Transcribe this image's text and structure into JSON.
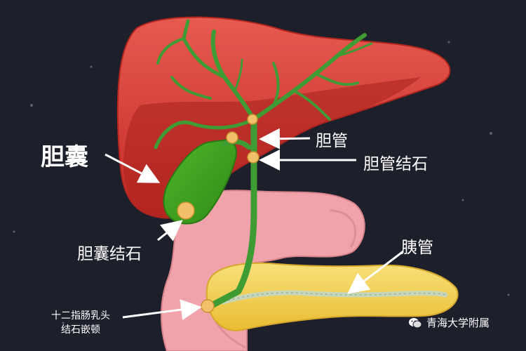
{
  "labels": {
    "gallbladder": "胆囊",
    "bile_duct": "胆管",
    "bile_duct_stone": "胆管结石",
    "gallbladder_stone": "胆囊结石",
    "pancreatic_duct": "胰管",
    "papilla_line1": "十二指肠乳头",
    "papilla_line2": "结石嵌顿"
  },
  "watermark": {
    "text": "青海大学附属",
    "icon": "wechat-icon"
  },
  "colors": {
    "background": "#1d1f2b",
    "liver": "#d9423c",
    "liver_shadow": "#a8201d",
    "bile_tree": "#3f9b34",
    "gallbladder": "#3b9e1e",
    "stomach": "#f0a3aa",
    "pancreas": "#f2d24a",
    "stone": "#f2c06a"
  }
}
